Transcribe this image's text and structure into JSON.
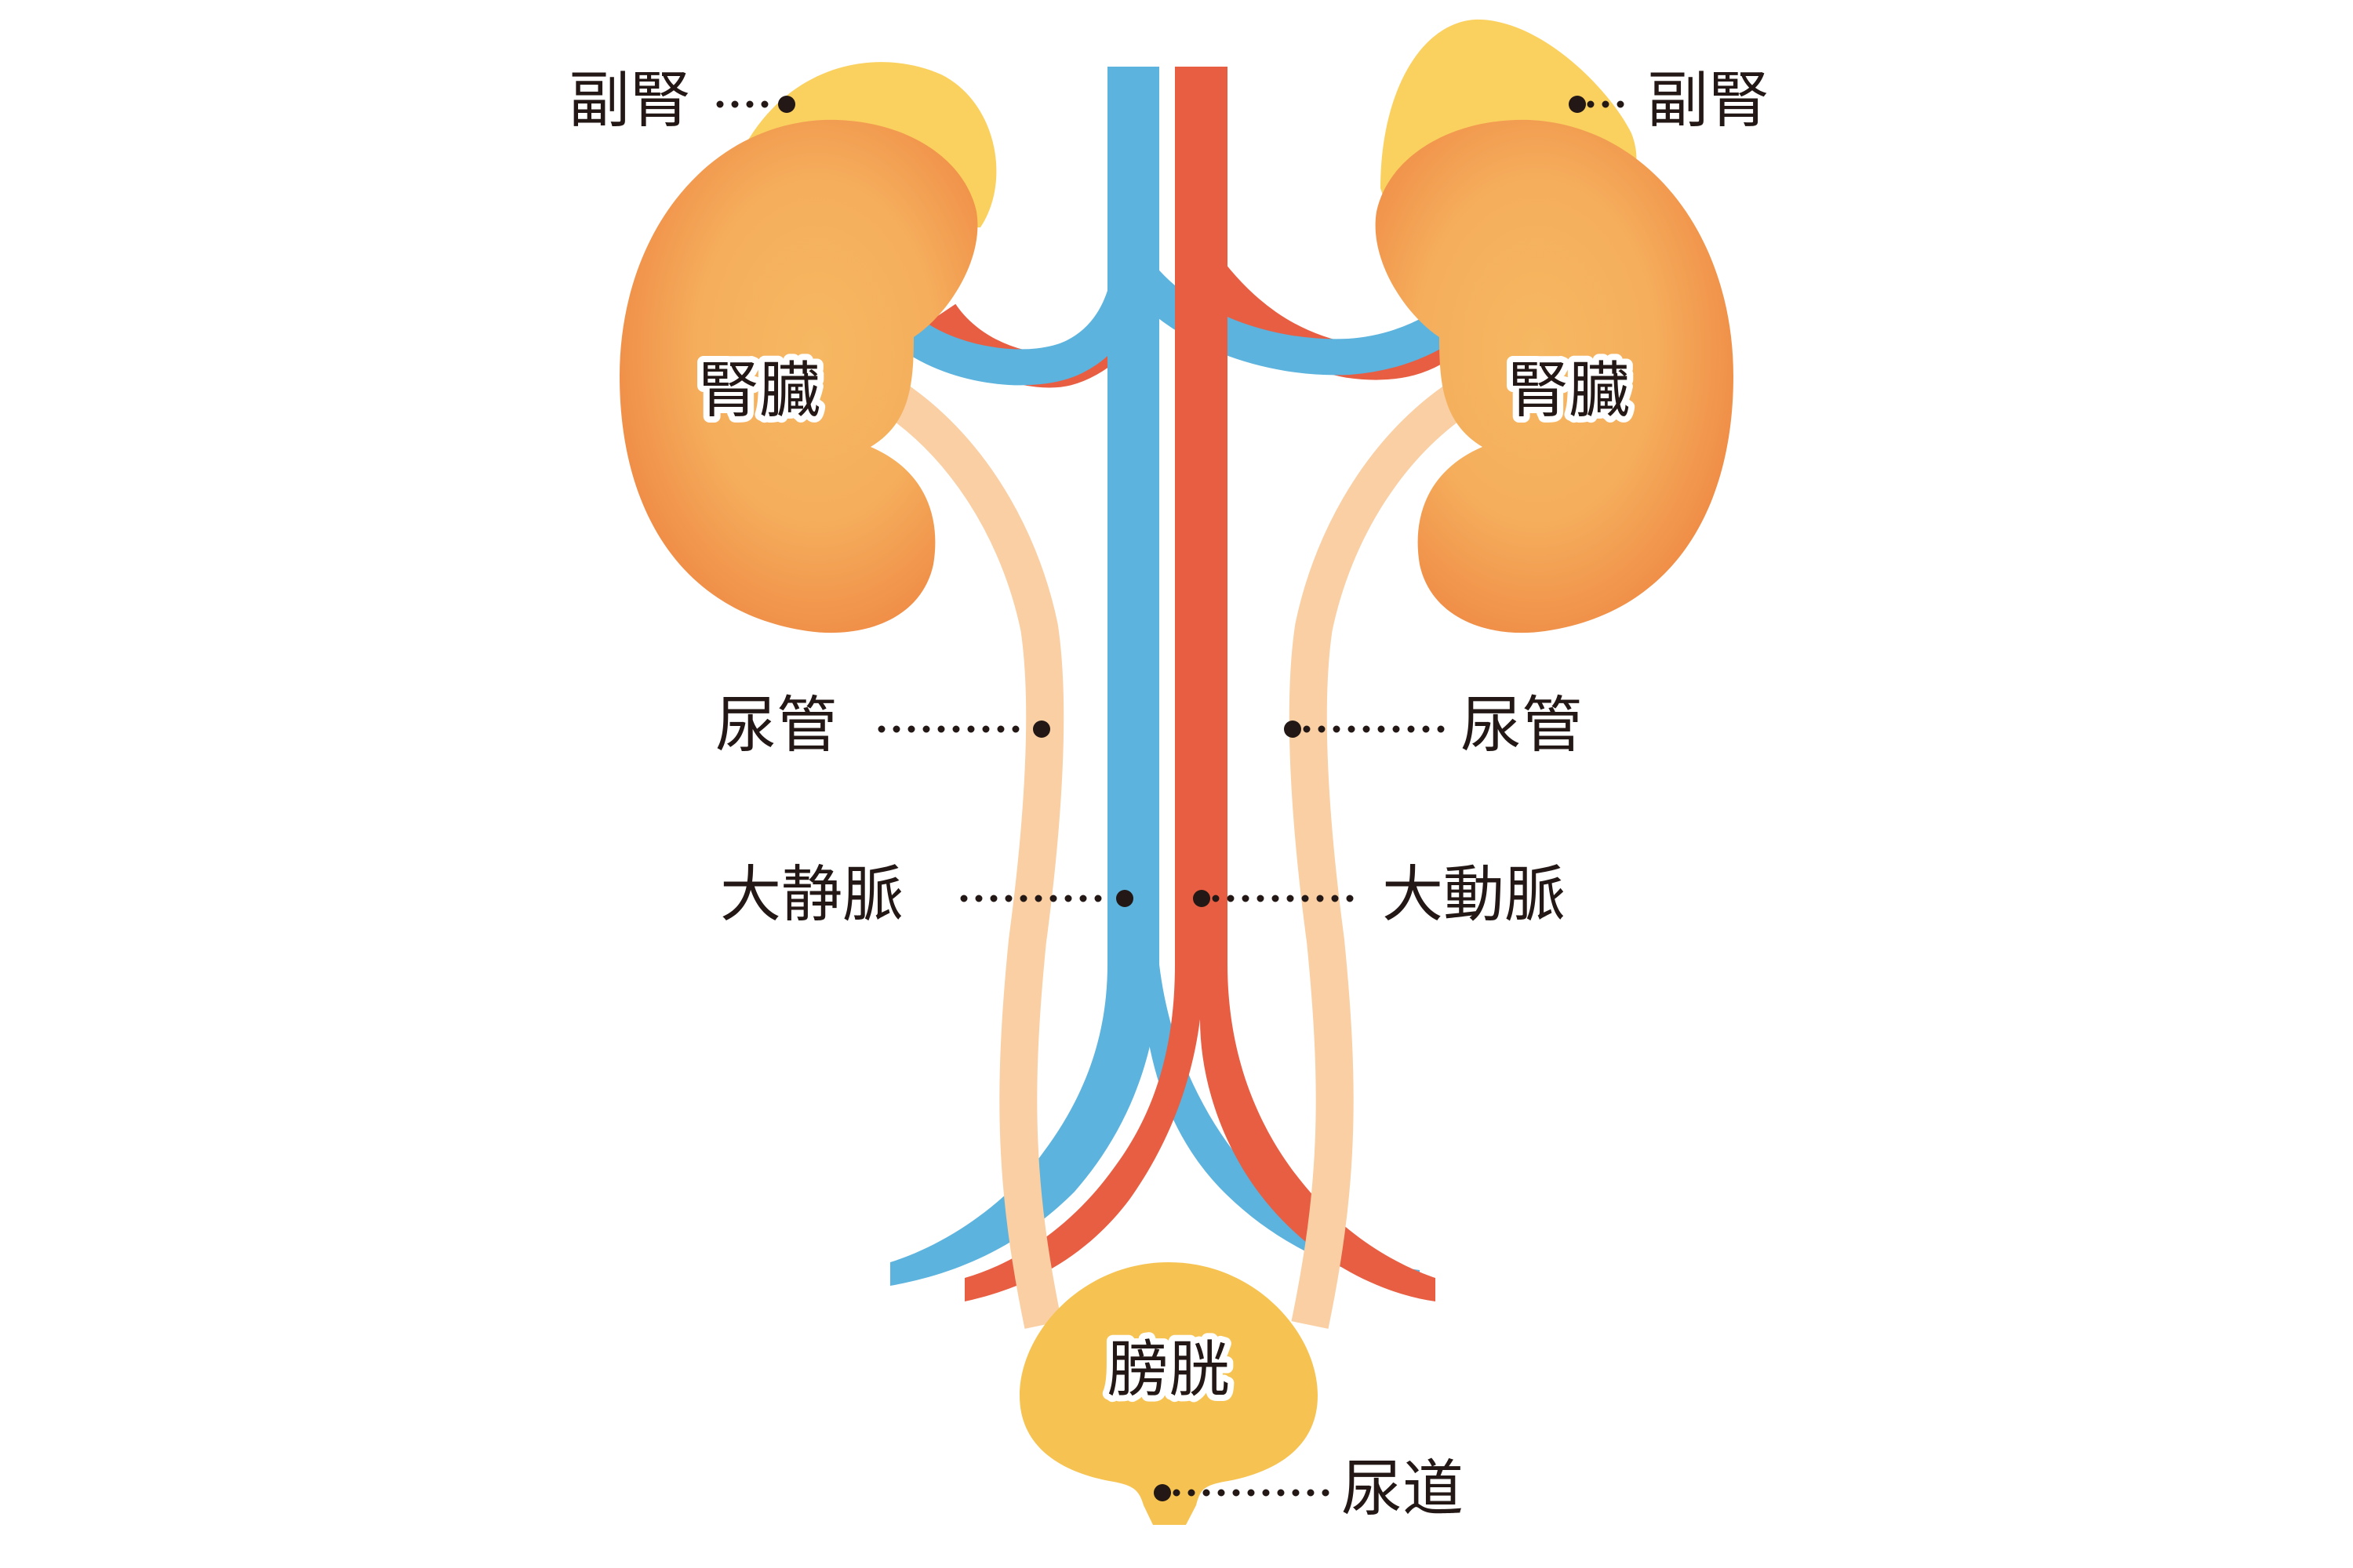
{
  "diagram": {
    "type": "anatomy-urinary-system",
    "colors": {
      "background": "#FFFFFF",
      "kidney_center": "#F6B862",
      "kidney_edge": "#EF8A45",
      "adrenal": "#FAD05F",
      "vena_cava": "#5BB3DE",
      "aorta": "#E85E42",
      "ureter": "#F9CFA3",
      "bladder": "#F6C352",
      "label_text": "#231815"
    },
    "labels": {
      "adrenal_left": "副腎",
      "adrenal_right": "副腎",
      "kidney_left": "腎臓",
      "kidney_right": "腎臓",
      "ureter_left": "尿管",
      "ureter_right": "尿管",
      "vena_cava": "大静脈",
      "aorta": "大動脈",
      "bladder": "膀胱",
      "urethra": "尿道"
    }
  }
}
